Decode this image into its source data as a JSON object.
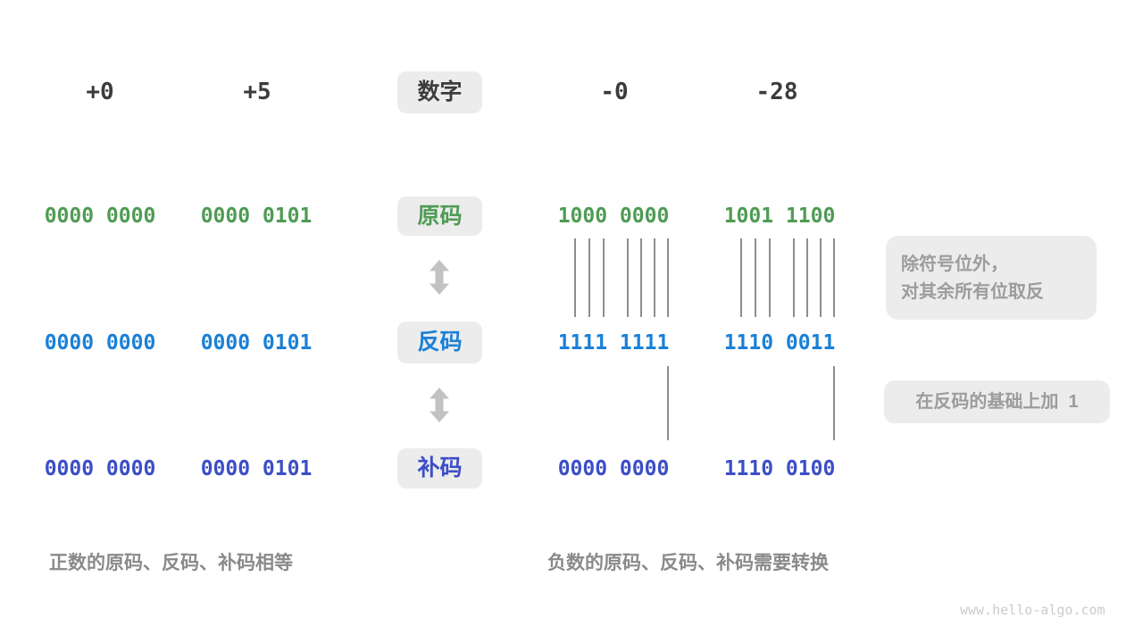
{
  "diagram": {
    "row_labels": {
      "number": "数字",
      "sign_magnitude": "原码",
      "ones_complement": "反码",
      "twos_complement": "补码"
    },
    "columns": [
      {
        "header": "+0",
        "sign_magnitude": "0000 0000",
        "ones_complement": "0000 0000",
        "twos_complement": "0000 0000"
      },
      {
        "header": "+5",
        "sign_magnitude": "0000 0101",
        "ones_complement": "0000 0101",
        "twos_complement": "0000 0101"
      },
      {
        "header": "-0",
        "sign_magnitude": "1000 0000",
        "ones_complement": "1111 1111",
        "twos_complement": "0000 0000"
      },
      {
        "header": "-28",
        "sign_magnitude": "1001 1100",
        "ones_complement": "1110 0011",
        "twos_complement": "1110 0100"
      }
    ],
    "annotations": {
      "invert_bits": [
        "除符号位外，",
        "对其余所有位取反"
      ],
      "add_one": "在反码的基础上加  1"
    },
    "captions": {
      "positive": "正数的原码、反码、补码相等",
      "negative": "负数的原码、反码、补码需要转换"
    },
    "watermark": "www.hello-algo.com",
    "colors": {
      "sign_magnitude": "#4f9b54",
      "ones_complement": "#1a80d6",
      "twos_complement": "#3c4ec6",
      "label_chip_bg": "#ececec",
      "annotation_text": "#9c9c9c",
      "caption_text": "#8a8a8a",
      "arrow": "#c2c2c2",
      "bit_line": "#8e8e8e",
      "header_text": "#3c3c3c",
      "watermark_text": "#cbcbcb"
    }
  }
}
